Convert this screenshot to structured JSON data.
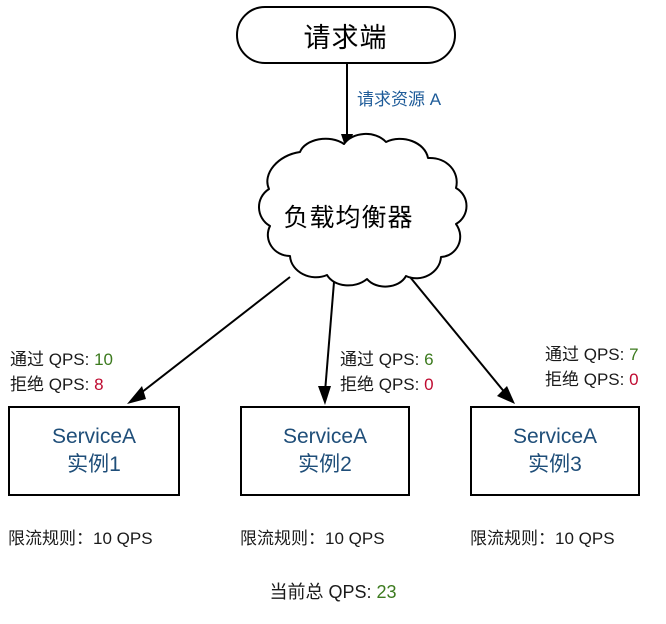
{
  "diagram": {
    "title_node": {
      "name": "client-node",
      "label": "请求端",
      "shape": "rounded-rectangle"
    },
    "edge_client_to_lb": {
      "label": "请求资源 A",
      "color": "#1F5C99"
    },
    "load_balancer": {
      "name": "load-balancer-node",
      "label": "负载均衡器",
      "shape": "cloud"
    },
    "colors": {
      "pass": "#3C7A1E",
      "reject": "#BF0A30",
      "service_text": "#1F4E79",
      "edge_label": "#1F5C99",
      "stroke": "#000000"
    },
    "labels": {
      "pass_prefix": "通过 QPS: ",
      "reject_prefix": "拒绝 QPS: ",
      "rule_prefix": "限流规则：",
      "total_prefix": "当前总 QPS: "
    },
    "instances": [
      {
        "service": "ServiceA",
        "instance": "实例1",
        "pass_label": "通过 QPS: ",
        "pass_value": "10",
        "reject_label": "拒绝 QPS: ",
        "reject_value": "8",
        "rule": "限流规则：10 QPS"
      },
      {
        "service": "ServiceA",
        "instance": "实例2",
        "pass_label": "通过 QPS: ",
        "pass_value": "6",
        "reject_label": "拒绝 QPS: ",
        "reject_value": "0",
        "rule": "限流规则：10 QPS"
      },
      {
        "service": "ServiceA",
        "instance": "实例3",
        "pass_label": "通过 QPS: ",
        "pass_value": "7",
        "reject_label": "拒绝 QPS: ",
        "reject_value": "0",
        "rule": "限流规则：10 QPS"
      }
    ],
    "total": {
      "label": "当前总 QPS: ",
      "value": "23"
    }
  }
}
